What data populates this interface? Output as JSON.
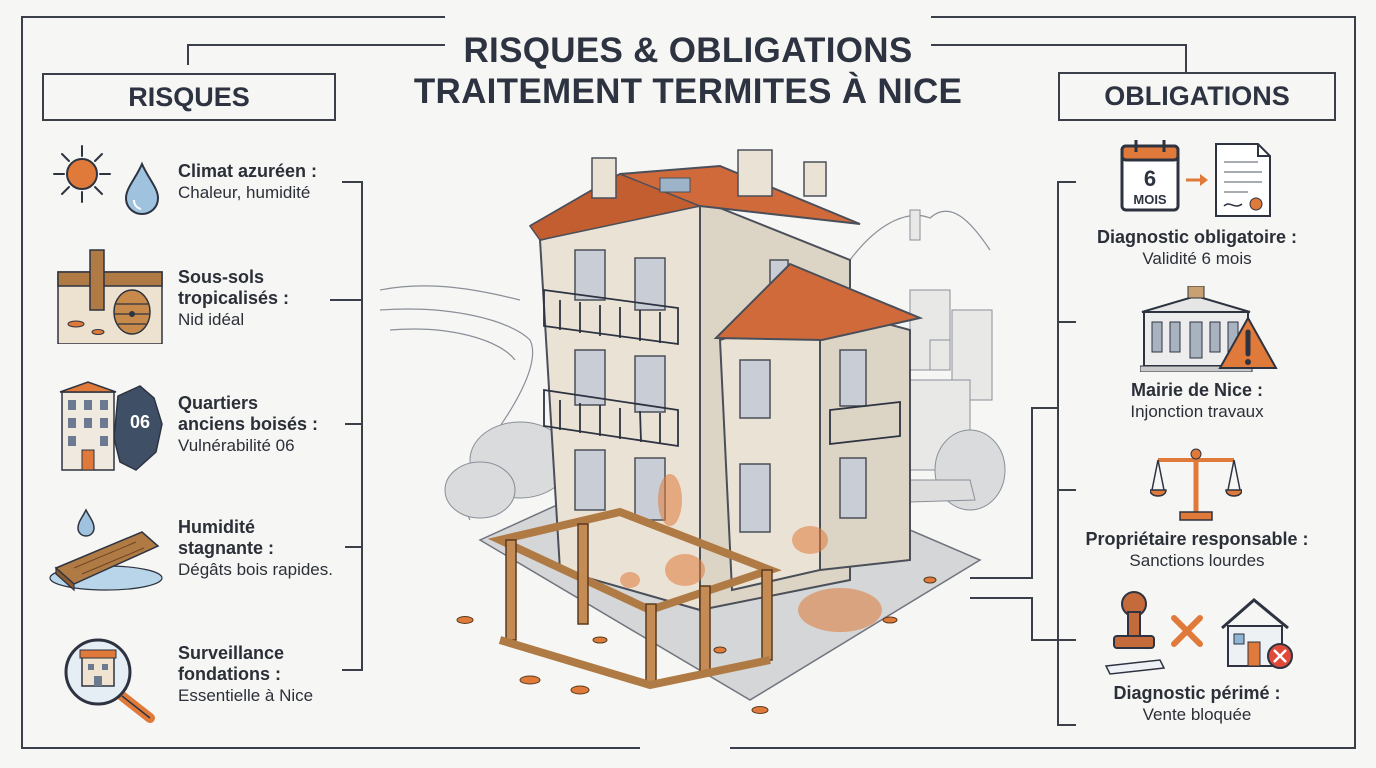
{
  "title": {
    "line1": "RISQUES & OBLIGATIONS",
    "line2": "TRAITEMENT TERMITES À NICE"
  },
  "left_header": "RISQUES",
  "right_header": "OBLIGATIONS",
  "risks": [
    {
      "title_lines": [
        "Climat azuréen :"
      ],
      "desc": "Chaleur, humidité",
      "icon": "sun-water-drop-icon"
    },
    {
      "title_lines": [
        "Sous-sols",
        "tropicalisés :"
      ],
      "desc": "Nid idéal",
      "icon": "termite-nest-icon"
    },
    {
      "title_lines": [
        "Quartiers",
        "anciens boisés :"
      ],
      "desc": "Vulnérabilité 06",
      "icon": "building-department-map-icon",
      "badge": "06"
    },
    {
      "title_lines": [
        "Humidité",
        "stagnante :"
      ],
      "desc": "Dégâts bois rapides.",
      "icon": "wet-wood-plank-icon"
    },
    {
      "title_lines": [
        "Surveillance",
        "fondations :"
      ],
      "desc": "Essentielle à Nice",
      "icon": "magnifier-building-icon"
    }
  ],
  "obligations": [
    {
      "title": "Diagnostic obligatoire :",
      "desc": "Validité 6 mois",
      "icon": "calendar-document-icon",
      "calendar_number": "6",
      "calendar_unit": "MOIS"
    },
    {
      "title": "Mairie de Nice :",
      "desc": "Injonction travaux",
      "icon": "town-hall-warning-icon"
    },
    {
      "title": "Propriétaire responsable :",
      "desc": "Sanctions lourdes",
      "icon": "justice-scale-icon"
    },
    {
      "title": "Diagnostic périmé :",
      "desc": "Vente bloquée",
      "icon": "stamp-blocked-house-icon"
    }
  ],
  "colors": {
    "accent": "#e07a3a",
    "ink": "#2d3340",
    "blue": "#6b8fb3",
    "wood": "#b07a45",
    "background": "#f6f6f4"
  }
}
